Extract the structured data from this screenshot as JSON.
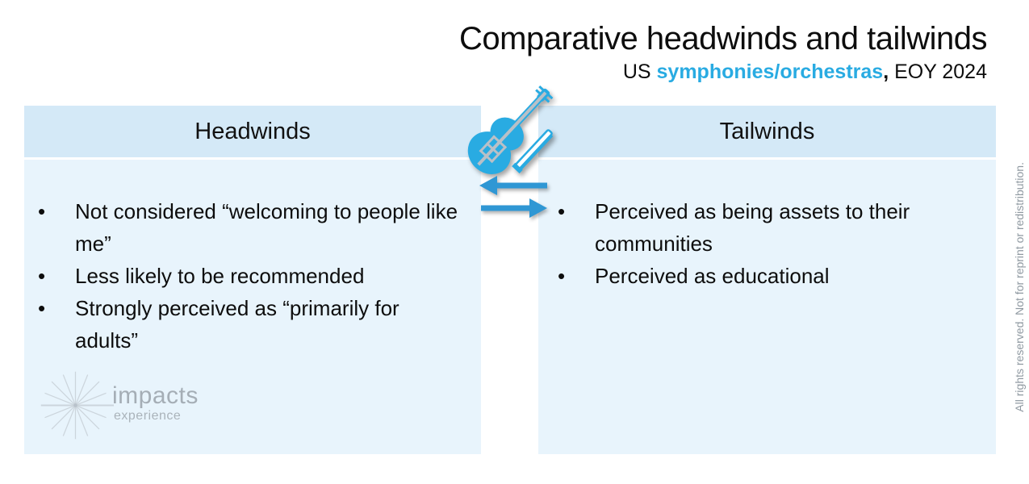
{
  "title": "Comparative headwinds and tailwinds",
  "subtitle": {
    "prefix": "US ",
    "highlight": "symphonies/orchestras",
    "comma": ",",
    "suffix": " EOY 2024"
  },
  "panels": {
    "headwinds": {
      "header": "Headwinds",
      "bullets": [
        "Not considered “welcoming to people like me”",
        "Less likely to be recommended",
        "Strongly perceived as “primarily for adults”"
      ]
    },
    "tailwinds": {
      "header": "Tailwinds",
      "bullets": [
        "Perceived as being assets to their communities",
        "Perceived as educational"
      ]
    }
  },
  "logo": {
    "name": "impacts",
    "tagline": "experience"
  },
  "copyright": "All rights reserved. Not for reprint or redistribution.",
  "icons": {
    "violin": "violin-with-bow",
    "arrows": "left-right-exchange-arrows",
    "starburst": "impacts-starburst-logo"
  },
  "colors": {
    "accent_blue": "#29abe2",
    "arrow_blue": "#2f97d4",
    "header_bg": "#d4e9f7",
    "body_bg": "#e8f4fc",
    "text": "#0d0d0d",
    "logo_gray": "#a5aeb6",
    "copyright_gray": "#8f99a1"
  }
}
